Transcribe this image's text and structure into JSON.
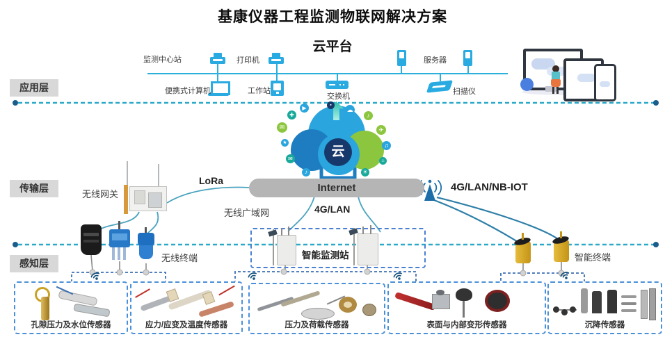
{
  "title": "基康仪器工程监测物联网解决方案",
  "cloud": {
    "heading": "云平台",
    "glyph": "云",
    "monitor_center": "监测中心站",
    "printer": "打印机",
    "server": "服务器",
    "laptop": "便携式计算机",
    "workstation": "工作站",
    "switch": "交换机",
    "scanner": "扫描仪"
  },
  "layers": {
    "application": "应用层",
    "transmission": "传输层",
    "perception": "感知层"
  },
  "network": {
    "gateway": "无线网关",
    "lora": "LoRa",
    "internet": "Internet",
    "wwan": "无线广域网",
    "lan": "4G/LAN",
    "nbiot": "4G/LAN/NB-IOT"
  },
  "perception": {
    "wireless_terminal": "无线终端",
    "smart_station": "智能监测站",
    "smart_terminal": "智能终端"
  },
  "sensor_boxes": [
    {
      "label": "孔隙压力及水位传感器"
    },
    {
      "label": "应力/应变及温度传感器"
    },
    {
      "label": "压力及荷载传感器"
    },
    {
      "label": "表面与内部变形传感器"
    },
    {
      "label": "沉降传感器"
    }
  ],
  "colors": {
    "device_blue": "#29abe2",
    "line_teal": "#2ba9c9",
    "bar_gray": "#b5b5b5",
    "dashed_navy": "#3b6fb5",
    "cloud_green": "#8cc63e",
    "cloud_navy": "#17386b",
    "terminal_yellow": "#d9a91f"
  }
}
